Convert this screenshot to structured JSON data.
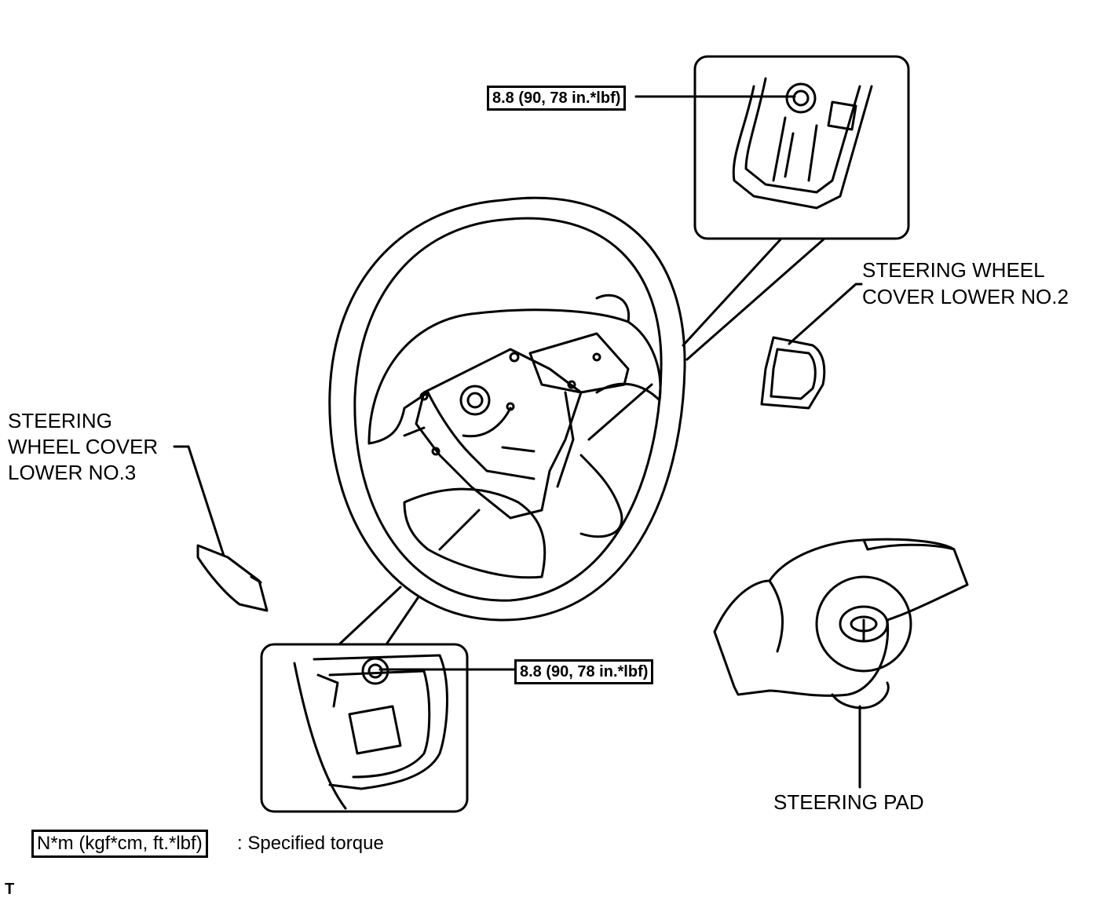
{
  "labels": {
    "cover_no2_line1": "STEERING WHEEL",
    "cover_no2_line2": "COVER LOWER NO.2",
    "cover_no3_line1": "STEERING",
    "cover_no3_line2": "WHEEL COVER",
    "cover_no3_line3": "LOWER NO.3",
    "steering_pad": "STEERING PAD"
  },
  "torque": {
    "upper": "8.8 (90, 78 in.*lbf)",
    "lower": "8.8 (90, 78 in.*lbf)"
  },
  "legend": {
    "box": "N*m (kgf*cm, ft.*lbf)",
    "text": ": Specified torque"
  },
  "corner_mark": "T"
}
